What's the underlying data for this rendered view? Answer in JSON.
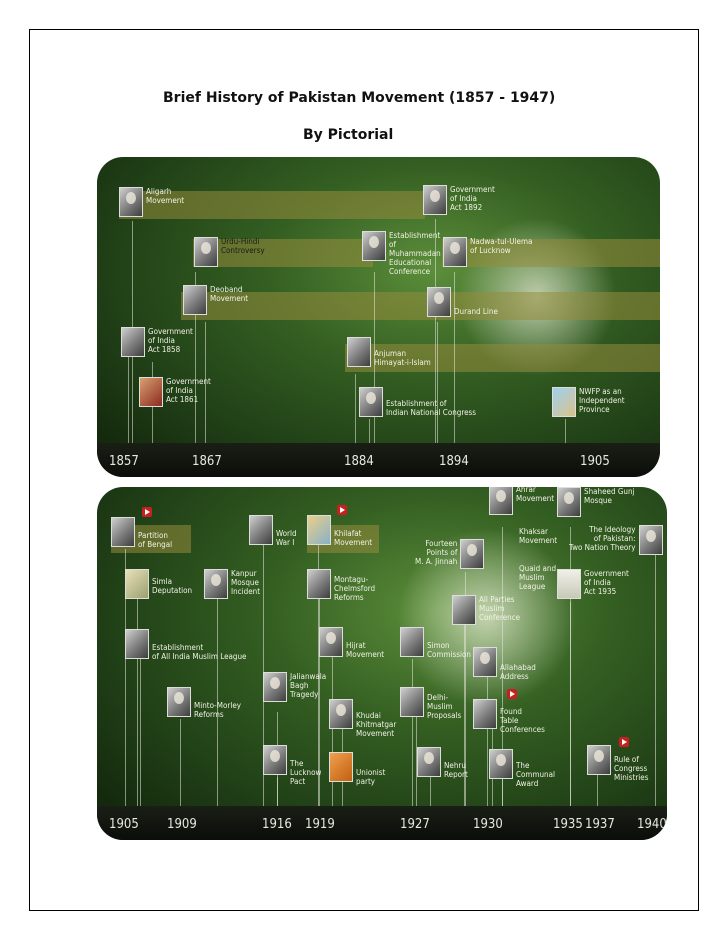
{
  "document": {
    "title": "Brief History of Pakistan Movement (1857 - 1947)",
    "subtitle": "By Pictorial"
  },
  "timeline1": {
    "years": [
      "1857",
      "1867",
      "1884",
      "1894",
      "1905"
    ],
    "events": [
      {
        "label": "Aligarh\nMovement",
        "icon": "portrait-photo"
      },
      {
        "label": "Government\nof India\nAct 1892",
        "icon": "portrait-photo"
      },
      {
        "label": "Establishment\nof\nMuhammadan\nEducational\nConference",
        "icon": "portrait-photo"
      },
      {
        "label": "Urdu-Hindi\nControversy",
        "icon": "portrait-photo"
      },
      {
        "label": "Nadwa-tul-Ulema\nof Lucknow",
        "icon": "portrait-photo"
      },
      {
        "label": "Deoband\nMovement",
        "icon": "building-photo"
      },
      {
        "label": "Durand Line",
        "icon": "portrait-photo"
      },
      {
        "label": "Government\nof India\nAct 1858",
        "icon": "group-photo"
      },
      {
        "label": "Anjuman\nHimayat-i-Islam",
        "icon": "building-photo"
      },
      {
        "label": "Government\nof India\nAct 1861",
        "icon": "building-photo"
      },
      {
        "label": "Establishment of\nIndian National Congress",
        "icon": "portrait-photo"
      },
      {
        "label": "NWFP as an\nIndependent\nProvince",
        "icon": "building-photo"
      }
    ]
  },
  "timeline2": {
    "years": [
      "1905",
      "1909",
      "1916",
      "1919",
      "1927",
      "1930",
      "1935",
      "1937",
      "1940"
    ],
    "events": [
      {
        "label": "Partition\nof Bengal",
        "icon": "map-photo",
        "video": true
      },
      {
        "label": "World\nWar I",
        "icon": "war-photo"
      },
      {
        "label": "Khilafat\nMovement",
        "icon": "map-photo",
        "video": true
      },
      {
        "label": "Ahrar\nMovement",
        "icon": "portrait-photo"
      },
      {
        "label": "Shaheed Gunj\nMosque",
        "icon": "portrait-photo"
      },
      {
        "label": "The Ideology\nof Pakistan:\nTwo Nation Theory",
        "icon": "portrait-photo"
      },
      {
        "label": "Khaksar\nMovement",
        "icon": "text"
      },
      {
        "label": "Fourteen\nPoints of\nM. A. Jinnah",
        "icon": "portrait-photo"
      },
      {
        "label": "Quaid and\nMuslim\nLeague",
        "icon": "text"
      },
      {
        "label": "Simla\nDeputation",
        "icon": "group-photo"
      },
      {
        "label": "Kanpur\nMosque\nIncident",
        "icon": "portrait-photo"
      },
      {
        "label": "Montagu-\nChelmsford\nReforms",
        "icon": "document-photo"
      },
      {
        "label": "Government\nof India\nAct 1935",
        "icon": "document-photo"
      },
      {
        "label": "All Parties\nMuslim\nConference",
        "icon": "group-photo"
      },
      {
        "label": "Establishment\nof All India Muslim League",
        "icon": "group-photo"
      },
      {
        "label": "Hijrat\nMovement",
        "icon": "group-photo"
      },
      {
        "label": "Simon\nCommission",
        "icon": "group-photo"
      },
      {
        "label": "Allahabad\nAddress",
        "icon": "portrait-photo"
      },
      {
        "label": "Jalianwala\nBagh\nTragedy",
        "icon": "portrait-photo"
      },
      {
        "label": "Minto-Morley\nReforms",
        "icon": "portrait-photo"
      },
      {
        "label": "Delhi-\nMuslim\nProposals",
        "icon": "group-photo"
      },
      {
        "label": "Found\nTable\nConferences",
        "icon": "group-photo",
        "video": true
      },
      {
        "label": "Khudai\nKhitmatgar\nMovement",
        "icon": "portrait-photo"
      },
      {
        "label": "The\nLucknow\nPact",
        "icon": "portrait-photo"
      },
      {
        "label": "Unionist\nparty",
        "icon": "portrait-photo"
      },
      {
        "label": "Nehru\nReport",
        "icon": "portrait-photo"
      },
      {
        "label": "The\nCommunal\nAward",
        "icon": "portrait-photo"
      },
      {
        "label": "Rule of\nCongress\nMinistries",
        "icon": "portrait-photo",
        "video": true
      }
    ]
  }
}
